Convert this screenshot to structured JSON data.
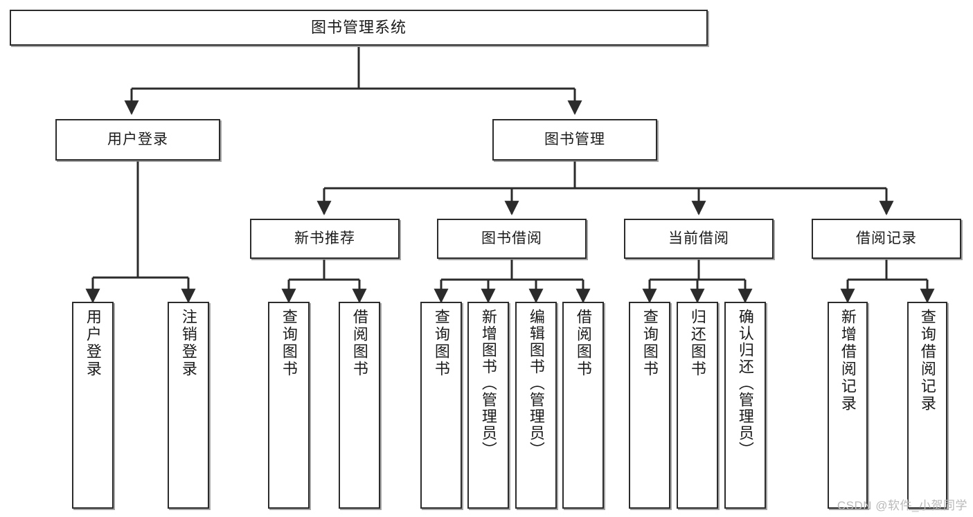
{
  "diagram": {
    "title": "图书管理系统",
    "watermark": "CSDN @软件_小贺同学",
    "stroke_color": "#2b2b2b",
    "shadow_color": "#5a5a5a",
    "background": "#ffffff",
    "levels": {
      "root": {
        "label": "图书管理系统"
      },
      "level2": [
        {
          "label": "用户登录"
        },
        {
          "label": "图书管理"
        }
      ],
      "level3": [
        {
          "label": "新书推荐"
        },
        {
          "label": "图书借阅"
        },
        {
          "label": "当前借阅"
        },
        {
          "label": "借阅记录"
        }
      ],
      "leaves": {
        "user_login": [
          {
            "label": "用户登录"
          },
          {
            "label": "注销登录"
          }
        ],
        "new_book": [
          {
            "label": "查询图书"
          },
          {
            "label": "借阅图书"
          }
        ],
        "borrow_book": [
          {
            "label": "查询图书"
          },
          {
            "label": "新增图书（管理员）"
          },
          {
            "label": "编辑图书（管理员）"
          },
          {
            "label": "借阅图书"
          }
        ],
        "current_borrow": [
          {
            "label": "查询图书"
          },
          {
            "label": "归还图书"
          },
          {
            "label": "确认归还（管理员）"
          }
        ],
        "borrow_record": [
          {
            "label": "新增借阅记录"
          },
          {
            "label": "查询借阅记录"
          }
        ]
      }
    }
  }
}
